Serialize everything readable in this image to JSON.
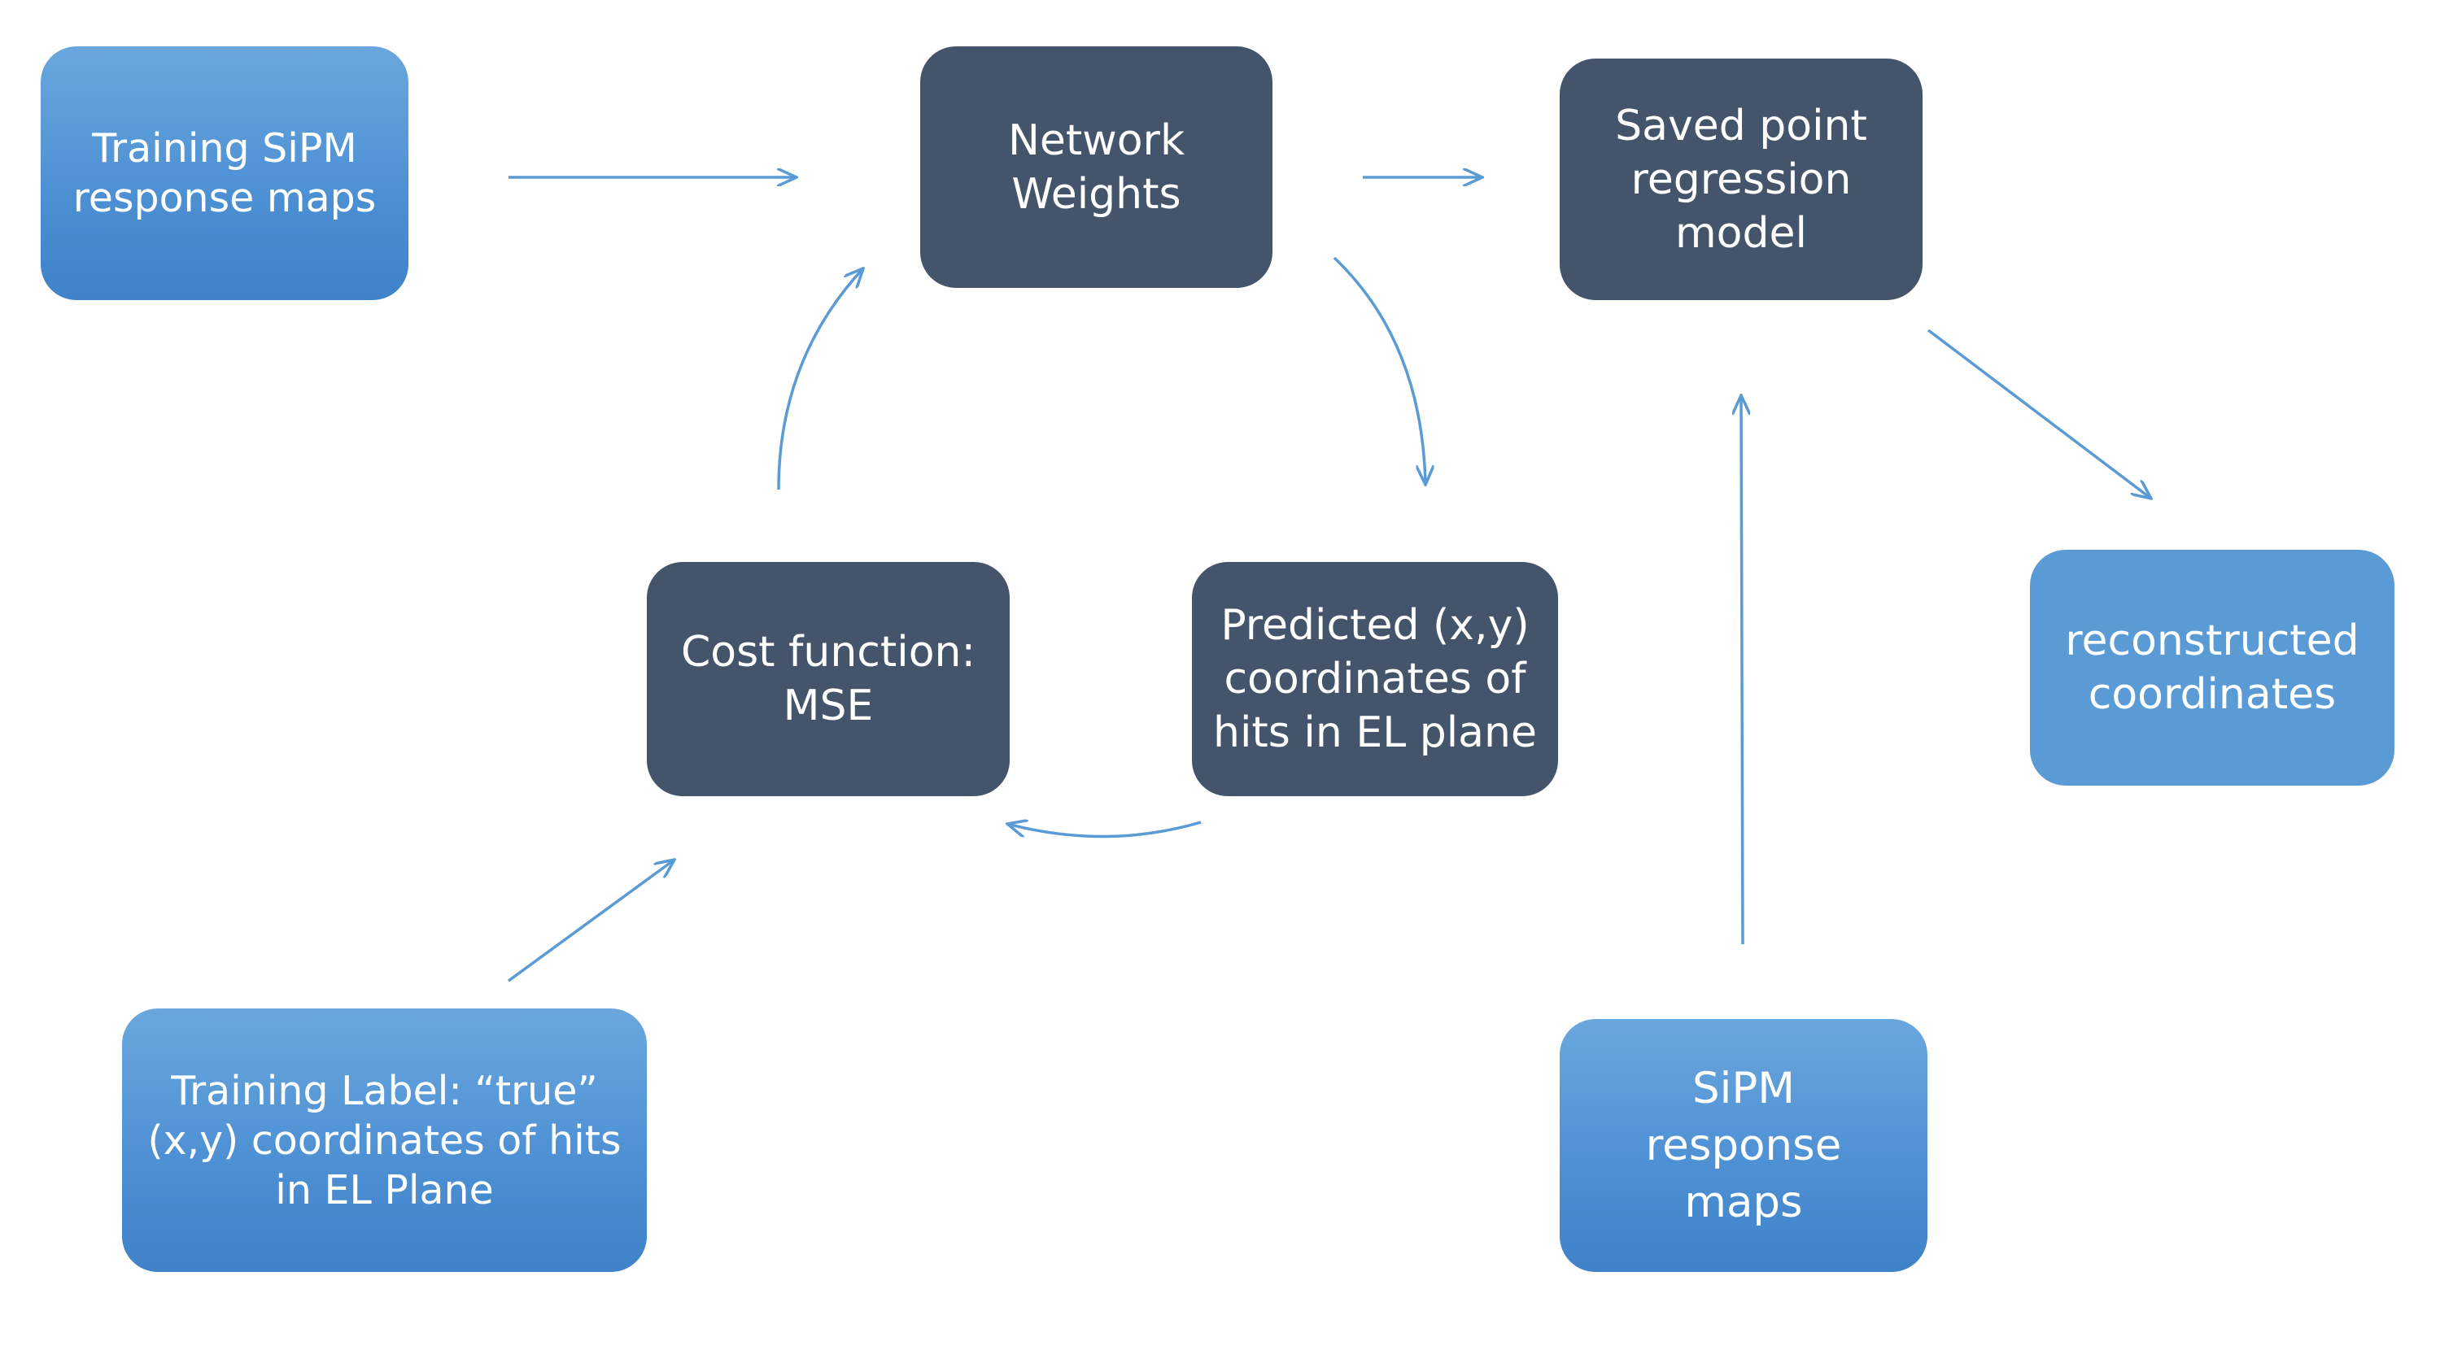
{
  "diagram": {
    "nodes": [
      {
        "id": "training-sipm-maps",
        "lines": [
          "Training SiPM",
          "response maps"
        ]
      },
      {
        "id": "network-weights",
        "lines": [
          "Network",
          "Weights"
        ]
      },
      {
        "id": "saved-model",
        "lines": [
          "Saved point",
          "regression",
          "model"
        ]
      },
      {
        "id": "cost-function",
        "lines": [
          "Cost function:",
          "MSE"
        ]
      },
      {
        "id": "predicted-coordinates",
        "lines": [
          "Predicted (x,y)",
          "coordinates of",
          "hits in EL plane"
        ]
      },
      {
        "id": "reconstructed-coordinates",
        "lines": [
          "reconstructed",
          "coordinates"
        ]
      },
      {
        "id": "training-label",
        "lines": [
          "Training Label: “true”",
          "(x,y) coordinates of hits",
          "in EL Plane"
        ]
      },
      {
        "id": "sipm-maps",
        "lines": [
          "SiPM",
          "response",
          "maps"
        ]
      }
    ],
    "edges": [
      {
        "from": "training-sipm-maps",
        "to": "network-weights"
      },
      {
        "from": "network-weights",
        "to": "saved-model"
      },
      {
        "from": "network-weights",
        "to": "predicted-coordinates"
      },
      {
        "from": "predicted-coordinates",
        "to": "cost-function"
      },
      {
        "from": "cost-function",
        "to": "network-weights"
      },
      {
        "from": "training-label",
        "to": "cost-function"
      },
      {
        "from": "saved-model",
        "to": "reconstructed-coordinates"
      },
      {
        "from": "sipm-maps",
        "to": "saved-model"
      }
    ],
    "colors": {
      "dark_node": "#44546a",
      "blue_node": "#4c8fd3",
      "light_blue_node": "#5b9bd5",
      "arrow": "#5b9bd5",
      "text": "#ffffff"
    }
  }
}
